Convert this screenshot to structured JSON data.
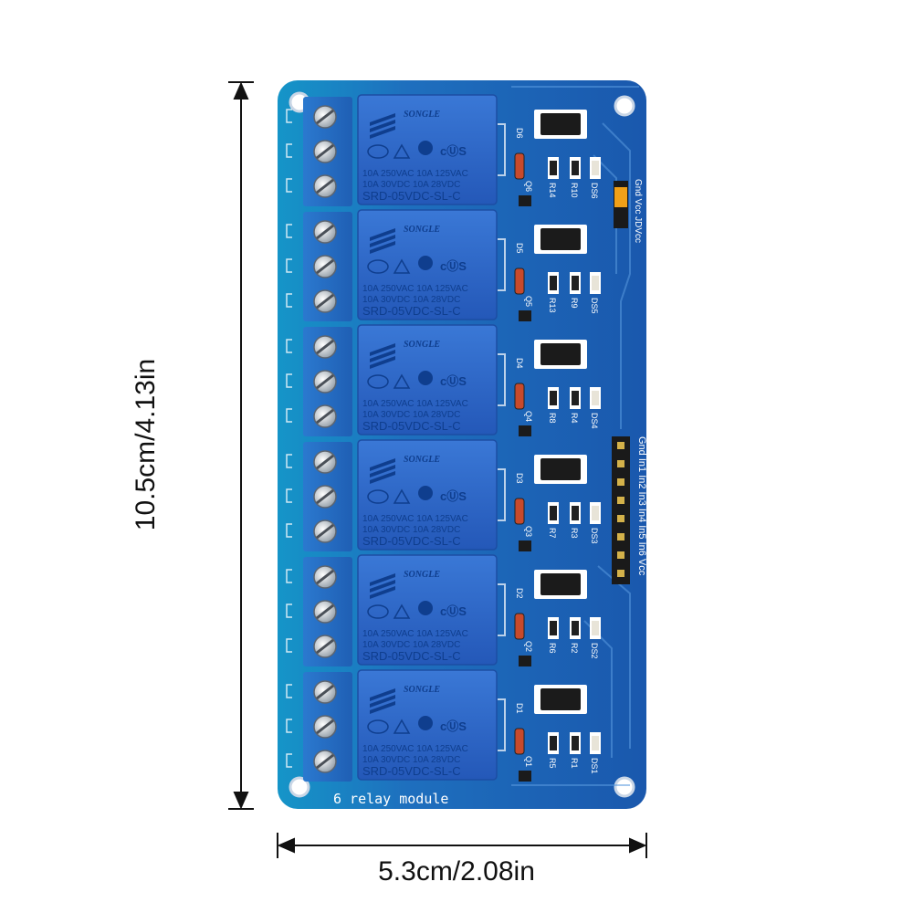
{
  "dimensions": {
    "height": "10.5cm/4.13in",
    "width": "5.3cm/2.08in"
  },
  "board": {
    "title": "6 relay module",
    "jumper_label": "Gnd Vcc JDVcc",
    "header_label": "Gnd In1 In2 In3 In4 In5 In6 Vcc",
    "colors": {
      "pcb": "#1d67b8",
      "relay": "#2a66c9",
      "terminal": "#2c73c9"
    }
  },
  "relay_text": {
    "brand": "SONGLE",
    "rating1": "10A 250VAC 10A 125VAC",
    "rating2": "10A  30VDC 10A  28VDC",
    "model": "SRD-05VDC-SL-C"
  },
  "channels": [
    {
      "d": "D6",
      "q": "Q6",
      "r_a": "R14",
      "r_b": "R10",
      "ds": "DS6"
    },
    {
      "d": "D5",
      "q": "Q5",
      "r_a": "R13",
      "r_b": "R9",
      "ds": "DS5"
    },
    {
      "d": "D4",
      "q": "Q4",
      "r_a": "R8",
      "r_b": "R4",
      "ds": "DS4"
    },
    {
      "d": "D3",
      "q": "Q3",
      "r_a": "R7",
      "r_b": "R3",
      "ds": "DS3"
    },
    {
      "d": "D2",
      "q": "Q2",
      "r_a": "R6",
      "r_b": "R2",
      "ds": "DS2"
    },
    {
      "d": "D1",
      "q": "Q1",
      "r_a": "R5",
      "r_b": "R1",
      "ds": "DS1"
    }
  ]
}
